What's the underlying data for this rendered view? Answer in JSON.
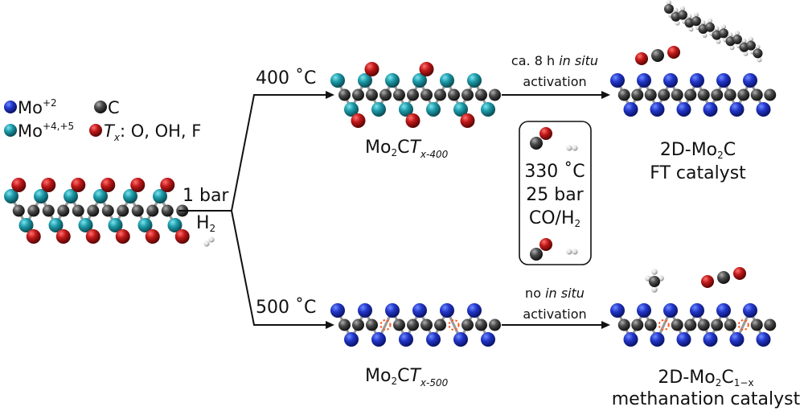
{
  "legend": {
    "mo2": "Mo",
    "mo2_ox": "+2",
    "mo45": "Mo",
    "mo45_ox": "+4,+5",
    "carbon": "C",
    "tx_symbol": "T",
    "tx_sub": "x",
    "tx_text": ": O, OH, F"
  },
  "conditions": {
    "pressure": "1 bar",
    "gas": "H",
    "gas_sub": "2",
    "temp_top": "400 ˚C",
    "temp_bottom": "500 ˚C"
  },
  "intermediates": {
    "top_main": "Mo",
    "top_sub1": "2",
    "top_mid": "C",
    "top_T": "T",
    "top_sub2": "x-400",
    "bottom_main": "Mo",
    "bottom_sub1": "2",
    "bottom_mid": "C",
    "bottom_T": "T",
    "bottom_sub2": "x-500"
  },
  "activation": {
    "top_line1": "ca. 8 h ",
    "top_line1_italic": "in situ",
    "top_line2": "activation",
    "bottom_line1": "no ",
    "bottom_line1_italic": "in situ",
    "bottom_line2": "activation"
  },
  "reaction_box": {
    "temp": "330 ˚C",
    "pressure": "25 bar",
    "feed": "CO/H",
    "feed_sub": "2"
  },
  "products": {
    "top_name": "2D-Mo",
    "top_name_sub": "2",
    "top_name_end": "C",
    "top_role": "FT catalyst",
    "bottom_name": "2D-Mo",
    "bottom_name_sub": "2",
    "bottom_name_mid": "C",
    "bottom_name_sub2": "1−x",
    "bottom_role": "methanation catalyst"
  },
  "colors": {
    "mo2_blue": "#1a2aa8",
    "mo45_teal": "#1b8a96",
    "carbon_gray": "#3a3a3a",
    "termination_red": "#b01515",
    "hydrogen_white": "#d8d8d8",
    "vacancy_orange": "#ff5a1f"
  }
}
